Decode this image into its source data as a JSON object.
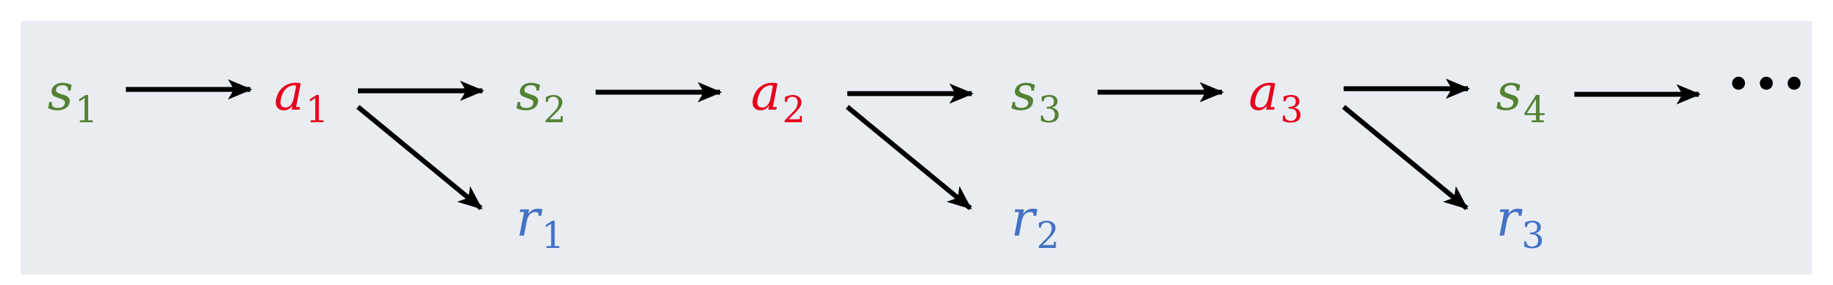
{
  "nodes": {
    "s1": {
      "symbol": "s",
      "index": "1"
    },
    "a1": {
      "symbol": "a",
      "index": "1"
    },
    "s2": {
      "symbol": "s",
      "index": "2"
    },
    "r1": {
      "symbol": "r",
      "index": "1"
    },
    "a2": {
      "symbol": "a",
      "index": "2"
    },
    "s3": {
      "symbol": "s",
      "index": "3"
    },
    "r2": {
      "symbol": "r",
      "index": "2"
    },
    "a3": {
      "symbol": "a",
      "index": "3"
    },
    "s4": {
      "symbol": "s",
      "index": "4"
    },
    "r3": {
      "symbol": "r",
      "index": "3"
    }
  },
  "ellipsis": "•••",
  "colors": {
    "state": "#548235",
    "action": "#e8001c",
    "reward": "#4472c4",
    "arrow": "#000000",
    "background": "#e9edf2"
  }
}
